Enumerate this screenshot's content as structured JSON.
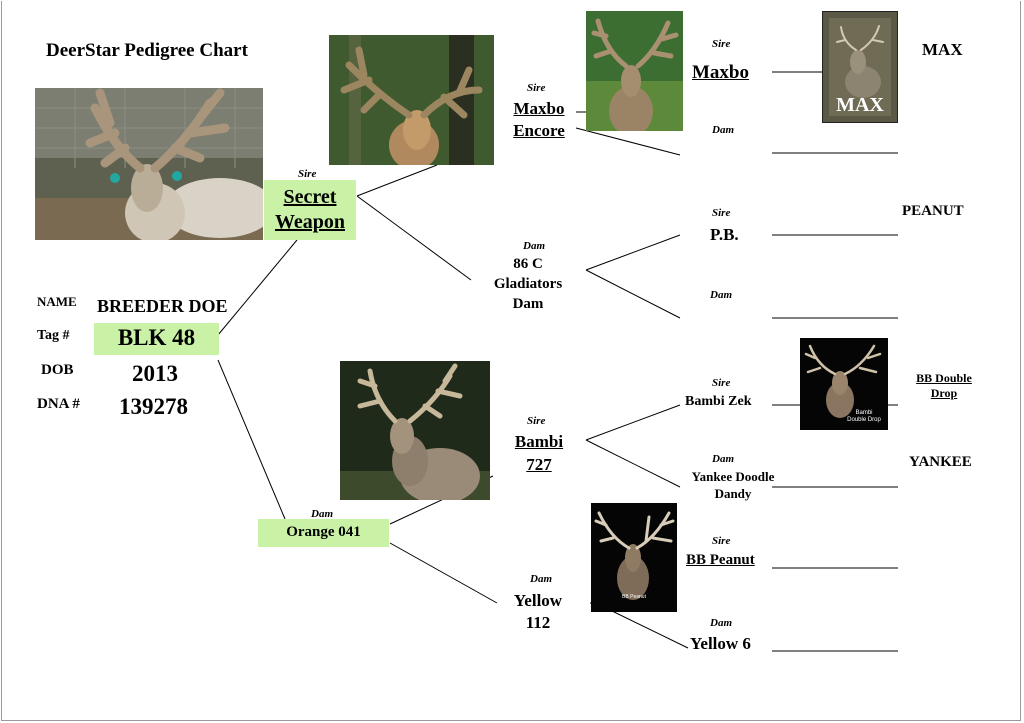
{
  "title": "DeerStar Pedigree Chart",
  "animal": {
    "name_label": "NAME",
    "name": "BREEDER DOE",
    "tag_label": "Tag #",
    "tag": "BLK 48",
    "dob_label": "DOB",
    "dob": "2013",
    "dna_label": "DNA #",
    "dna": "139278"
  },
  "labels": {
    "sire": "Sire",
    "dam": "Dam"
  },
  "gen1": {
    "sire": {
      "line1": "Secret",
      "line2": "Weapon"
    },
    "dam": {
      "name": "Orange 041"
    }
  },
  "gen2": {
    "sire_sire": {
      "line1": "Maxbo",
      "line2": "Encore"
    },
    "sire_dam": {
      "line1": "86 C",
      "line2": "Gladiators",
      "line3": "Dam"
    },
    "dam_sire": {
      "line1": "Bambi",
      "line2": "727"
    },
    "dam_dam": {
      "line1": "Yellow",
      "line2": "112"
    }
  },
  "gen3": {
    "maxbo": "Maxbo",
    "pb": "P.B.",
    "bambi_zek": "Bambi Zek",
    "yankee_line1": "Yankee Doodle",
    "yankee_line2": "Dandy",
    "bb_peanut": "BB Peanut",
    "yellow6": "Yellow 6"
  },
  "gen4": {
    "max": "MAX",
    "peanut": "PEANUT",
    "bb_double_line1": "BB Double",
    "bb_double_line2": "Drop",
    "yankee": "YANKEE"
  },
  "photo_captions": {
    "max_photo": "MAX",
    "bambi_photo_line1": "Bambi",
    "bambi_photo_line2": "Double Drop",
    "peanut_photo_line1": "BB Peanut"
  },
  "colors": {
    "highlight": "#c9f2a6",
    "line": "#000000"
  }
}
